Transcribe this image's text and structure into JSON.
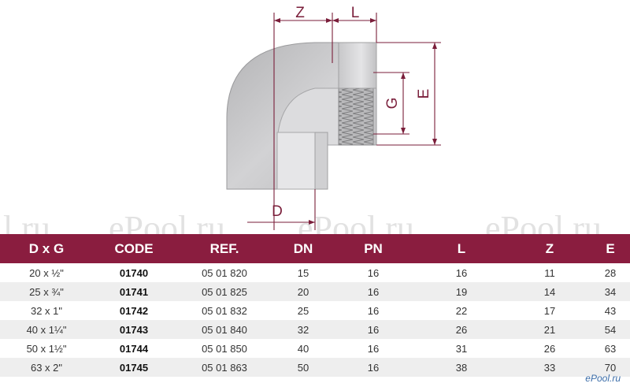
{
  "drawing": {
    "labels": {
      "z": "Z",
      "l": "L",
      "g": "G",
      "e": "E",
      "d": "D"
    },
    "colors": {
      "dimension": "#7a1e3a",
      "body": "#c6c6c8",
      "bore": "#e1e1e3",
      "thread": "#9a9a9c"
    }
  },
  "watermark": {
    "text": "ePool.ru",
    "edge_text": "l.ru"
  },
  "table": {
    "columns": [
      "D x G",
      "CODE",
      "REF.",
      "DN",
      "PN",
      "L",
      "Z",
      "E"
    ],
    "rows": [
      [
        "20 x ½\"",
        "01740",
        "05 01 820",
        "15",
        "16",
        "16",
        "11",
        "28"
      ],
      [
        "25 x ¾\"",
        "01741",
        "05 01 825",
        "20",
        "16",
        "19",
        "14",
        "34"
      ],
      [
        "32 x 1\"",
        "01742",
        "05 01 832",
        "25",
        "16",
        "22",
        "17",
        "43"
      ],
      [
        "40 x 1¼\"",
        "01743",
        "05 01 840",
        "32",
        "16",
        "26",
        "21",
        "54"
      ],
      [
        "50 x 1½\"",
        "01744",
        "05 01 850",
        "40",
        "16",
        "31",
        "26",
        "63"
      ],
      [
        "63 x 2\"",
        "01745",
        "05 01 863",
        "50",
        "16",
        "38",
        "33",
        "70"
      ]
    ],
    "colors": {
      "header_bg": "#8a1d3f",
      "header_text": "#ffffff"
    }
  },
  "logo": {
    "text": "ePool.ru"
  }
}
